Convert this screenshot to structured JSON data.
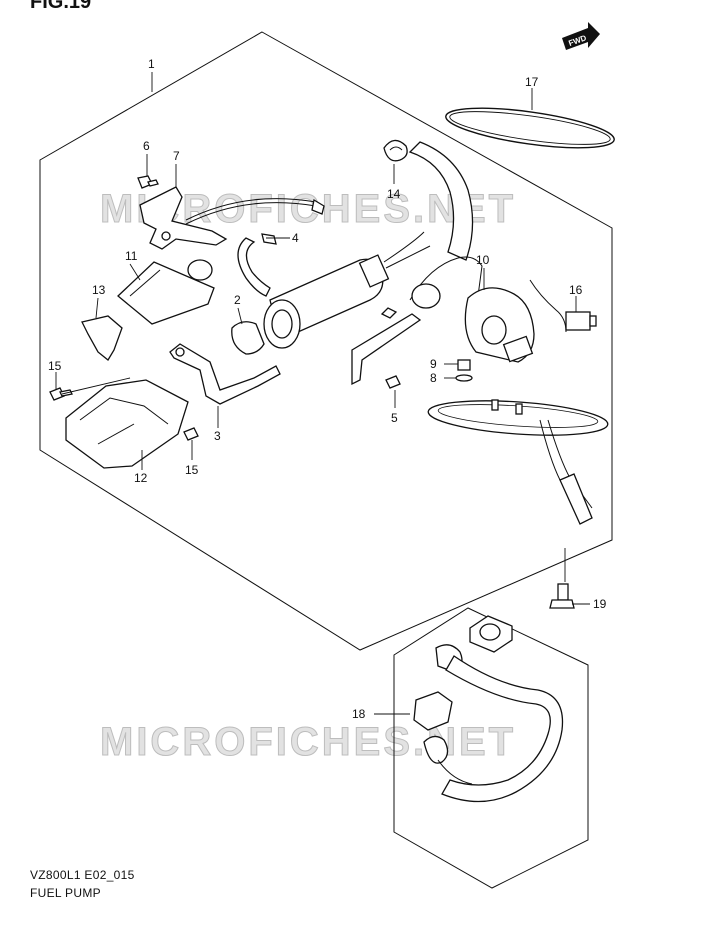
{
  "figure": {
    "label": "FIG.19",
    "fwd_label": "FWD"
  },
  "watermarks": [
    "MICROFICHES.NET",
    "MICROFICHES.NET"
  ],
  "callouts": [
    "1",
    "2",
    "3",
    "4",
    "5",
    "6",
    "7",
    "8",
    "9",
    "10",
    "11",
    "12",
    "13",
    "14",
    "15",
    "15",
    "16",
    "17",
    "18",
    "19"
  ],
  "footer": {
    "code": "VZ800L1 E02_015",
    "title": "FUEL PUMP"
  }
}
